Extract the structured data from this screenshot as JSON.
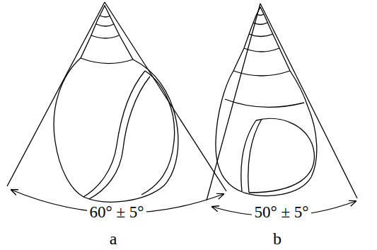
{
  "diagram": {
    "labels": [
      "60° ± 5°",
      "50° ± 5°",
      "a",
      "b"
    ]
  }
}
